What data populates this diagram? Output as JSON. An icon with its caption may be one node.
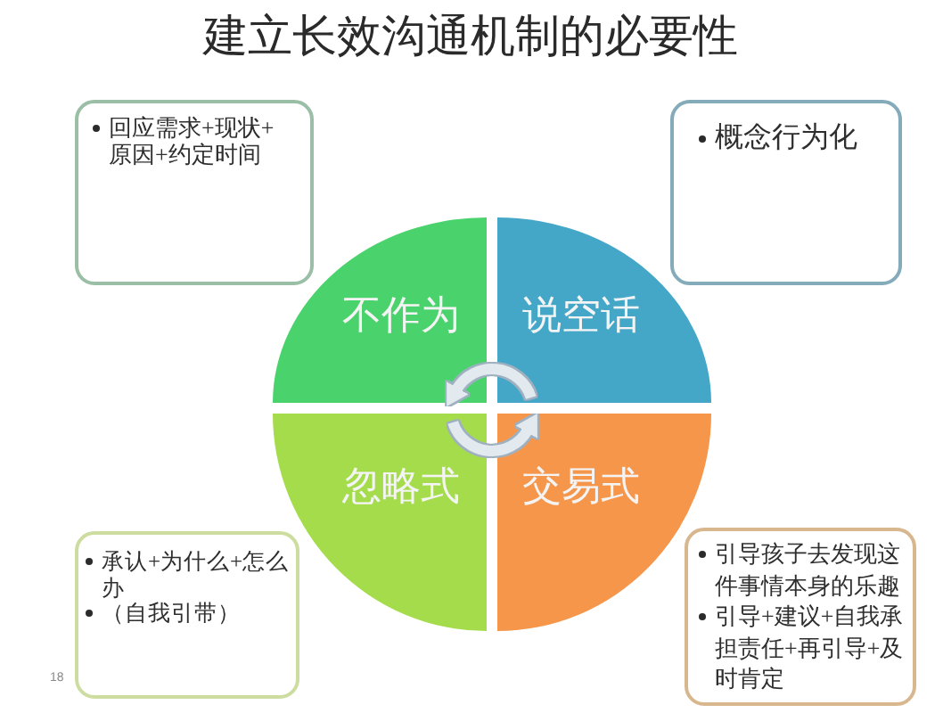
{
  "diagram": {
    "title": "建立长效沟通机制的必要性",
    "nodes": [
      {
        "text": [
          "回应需求+现状+原因+约定时间"
        ]
      },
      {
        "text": [
          "概念行为化"
        ]
      },
      {
        "text": [
          "不作为"
        ]
      },
      {
        "text": [
          "说空话"
        ]
      },
      {
        "text": [
          "忽略式"
        ]
      },
      {
        "text": [
          "交易式"
        ]
      },
      {
        "text": [
          "承认+为什么+怎么办",
          "（自我引带）"
        ]
      },
      {
        "text": [
          "引导孩子去发现这件事情本身的乐趣",
          "引导+建议+自我承担责任+再引导+及时肯定"
        ]
      }
    ],
    "edges": [
      {
        "from": 3,
        "to": 2,
        "arrow": "to"
      },
      {
        "from": 4,
        "to": 5,
        "arrow": "to"
      }
    ],
    "labels": [
      "18"
    ]
  }
}
